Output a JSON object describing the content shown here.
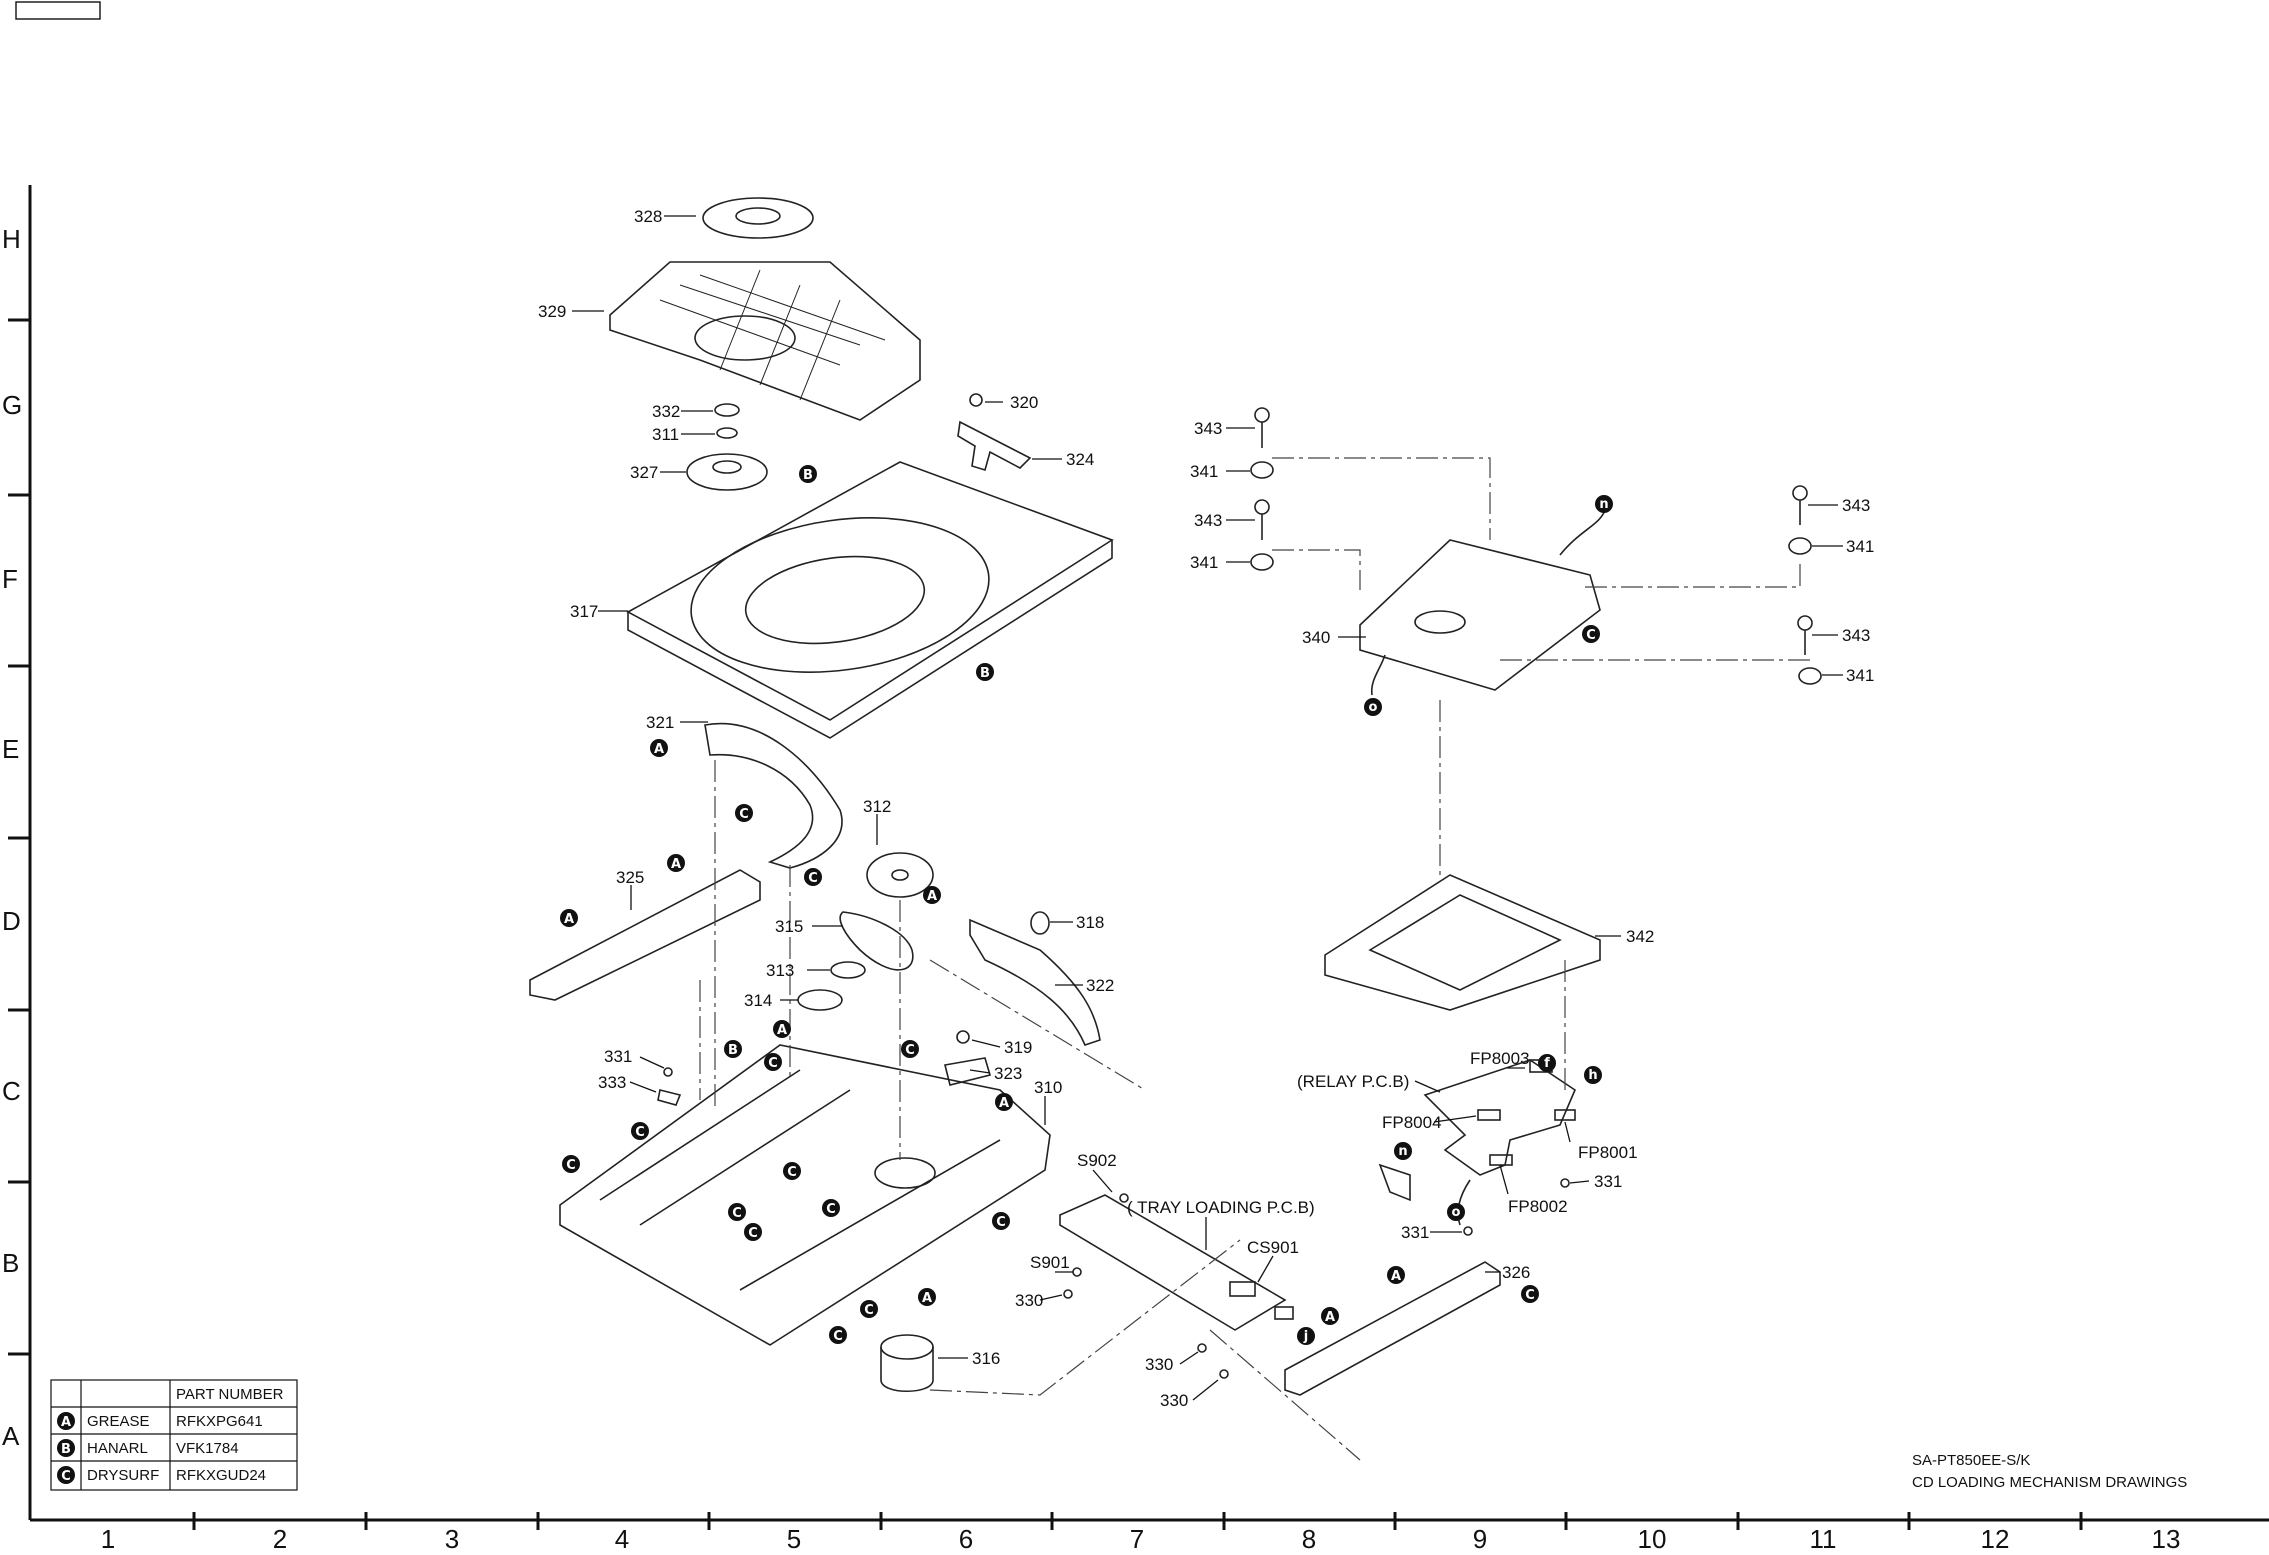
{
  "row_labels": [
    "H",
    "G",
    "F",
    "E",
    "D",
    "C",
    "B",
    "A"
  ],
  "column_labels": [
    "1",
    "2",
    "3",
    "4",
    "5",
    "6",
    "7",
    "8",
    "9",
    "10",
    "11",
    "12",
    "13"
  ],
  "title": {
    "model": "SA-PT850EE-S/K",
    "name": "CD LOADING MECHANISM DRAWINGS"
  },
  "legend": {
    "header": "PART NUMBER",
    "rows": [
      {
        "mark": "A",
        "name": "GREASE",
        "part": "RFKXPG641"
      },
      {
        "mark": "B",
        "name": "HANARL",
        "part": "VFK1784"
      },
      {
        "mark": "C",
        "name": "DRYSURF",
        "part": "RFKXGUD24"
      }
    ]
  },
  "callouts": [
    "328",
    "329",
    "332",
    "311",
    "327",
    "320",
    "324",
    "317",
    "343",
    "341",
    "343",
    "341",
    "340",
    "343",
    "341",
    "343",
    "341",
    "321",
    "312",
    "325",
    "315",
    "318",
    "313",
    "322",
    "314",
    "319",
    "331",
    "323",
    "333",
    "310",
    "342",
    "FP8003",
    "(RELAY P.C.B)",
    "FP8004",
    "FP8001",
    "331",
    "FP8002",
    "331",
    "S902",
    "( TRAY LOADING P.C.B)",
    "CS901",
    "S901",
    "330",
    "326",
    "316",
    "330",
    "330"
  ],
  "markers": [
    "B",
    "B",
    "n",
    "C",
    "o",
    "A",
    "C",
    "C",
    "A",
    "A",
    "A",
    "A",
    "B",
    "C",
    "C",
    "C",
    "A",
    "C",
    "C",
    "C",
    "C",
    "C",
    "C",
    "C",
    "C",
    "A",
    "f",
    "h",
    "n",
    "o",
    "A",
    "C",
    "j",
    "A"
  ]
}
